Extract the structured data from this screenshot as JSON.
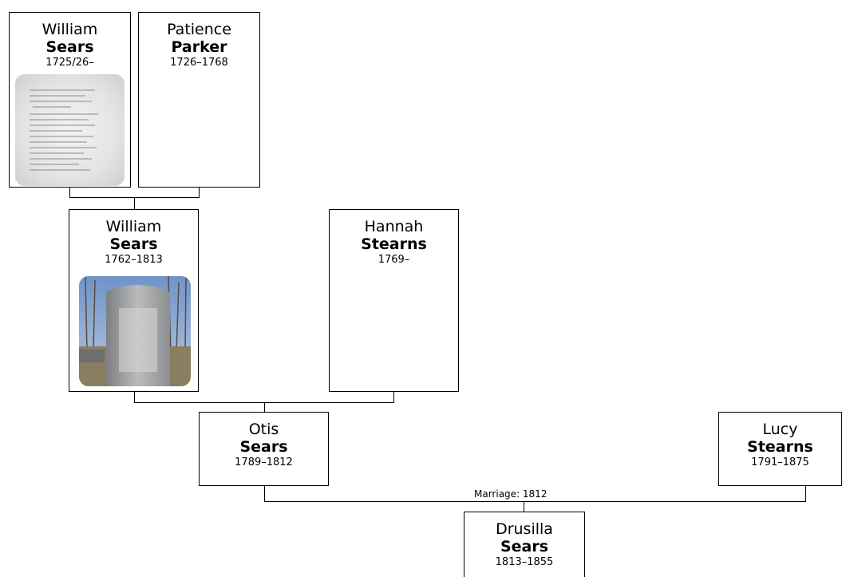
{
  "people": {
    "william_sears_1725": {
      "given": "William",
      "surname": "Sears",
      "dates": "1725/26–",
      "photo": "document-scan"
    },
    "patience_parker": {
      "given": "Patience",
      "surname": "Parker",
      "dates": "1726–1768"
    },
    "william_sears_1762": {
      "given": "William",
      "surname": "Sears",
      "dates": "1762–1813",
      "photo": "gravestone"
    },
    "hannah_stearns": {
      "given": "Hannah",
      "surname": "Stearns",
      "dates": "1769–"
    },
    "otis_sears": {
      "given": "Otis",
      "surname": "Sears",
      "dates": "1789–1812"
    },
    "lucy_stearns": {
      "given": "Lucy",
      "surname": "Stearns",
      "dates": "1791–1875"
    },
    "drusilla_sears": {
      "given": "Drusilla",
      "surname": "Sears",
      "dates": "1813–1855"
    }
  },
  "marriage_label": "Marriage: 1812",
  "colors": {
    "border": "#000000",
    "background": "#ffffff"
  }
}
